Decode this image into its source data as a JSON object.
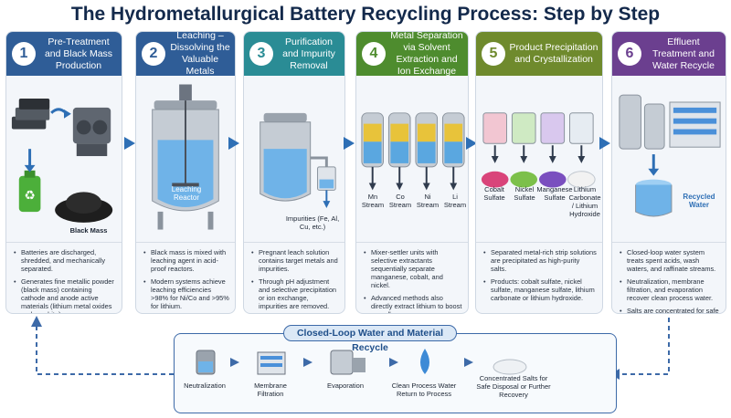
{
  "title": "The Hydrometallurgical Battery Recycling Process: Step by Step",
  "colors": {
    "blue": "#2f5d97",
    "teal": "#2a8c95",
    "green": "#4e8c2e",
    "olive": "#6f8a2d",
    "purple": "#6b3f8f",
    "arrow": "#2e6fb5"
  },
  "steps": [
    {
      "num": "1",
      "title": "Pre-Treatment and Black Mass Production",
      "color": "#2f5d97",
      "illus_label": "Black Mass",
      "bullets": [
        "Batteries are discharged, shredded, and mechanically separated.",
        "Generates fine metallic powder (black mass) containing cathode and anode active materials (lithium metal oxides and graphite)."
      ]
    },
    {
      "num": "2",
      "title": "Leaching – Dissolving the Valuable Metals",
      "color": "#2f5d97",
      "illus_label": "Leaching Reactor",
      "bullets": [
        "Black mass is mixed with leaching agent in acid-proof reactors.",
        "Modern systems achieve leaching efficiencies >98% for Ni/Co and >95% for lithium."
      ]
    },
    {
      "num": "3",
      "title": "Purification and Impurity Removal",
      "color": "#2a8c95",
      "illus_label": "Impurities (Fe, Al, Cu, etc.)",
      "bullets": [
        "Pregnant leach solution contains target metals and impurities.",
        "Through pH adjustment and selective precipitation or ion exchange, impurities are removed."
      ]
    },
    {
      "num": "4",
      "title": "Metal Separation via Solvent Extraction and Ion Exchange",
      "color": "#4e8c2e",
      "streams": [
        "Mn Stream",
        "Co Stream",
        "Ni Stream",
        "Li Stream"
      ],
      "bullets": [
        "Mixer-settler units with selective extractants sequentially separate manganese, cobalt, and nickel.",
        "Advanced methods also directly extract lithium to boost overall recovery."
      ]
    },
    {
      "num": "5",
      "title": "Product Precipitation and Crystallization",
      "color": "#6f8a2d",
      "products": [
        "Cobalt Sulfate",
        "Nickel Sulfate",
        "Manganese Sulfate",
        "Lithium Carbonate / Lithium Hydroxide"
      ],
      "bullets": [
        "Separated metal-rich strip solutions are precipitated as high-purity salts.",
        "Products: cobalt sulfate, nickel sulfate, manganese sulfate, lithium carbonate or lithium hydroxide."
      ]
    },
    {
      "num": "6",
      "title": "Effluent Treatment and Water Recycle",
      "color": "#6b3f8f",
      "illus_label": "Recycled Water",
      "bullets": [
        "Closed-loop water system treats spent acids, wash waters, and raffinate streams.",
        "Neutralization, membrane filtration, and evaporation recover clean process water.",
        "Salts are concentrated for safe disposal or further recovery."
      ]
    }
  ],
  "loop": {
    "title": "Closed-Loop Water and Material Recycle",
    "steps": [
      "Neutralization",
      "Membrane Filtration",
      "Evaporation",
      "Clean Process Water Return to Process",
      "Concentrated Salts for Safe Disposal or Further Recovery"
    ]
  }
}
